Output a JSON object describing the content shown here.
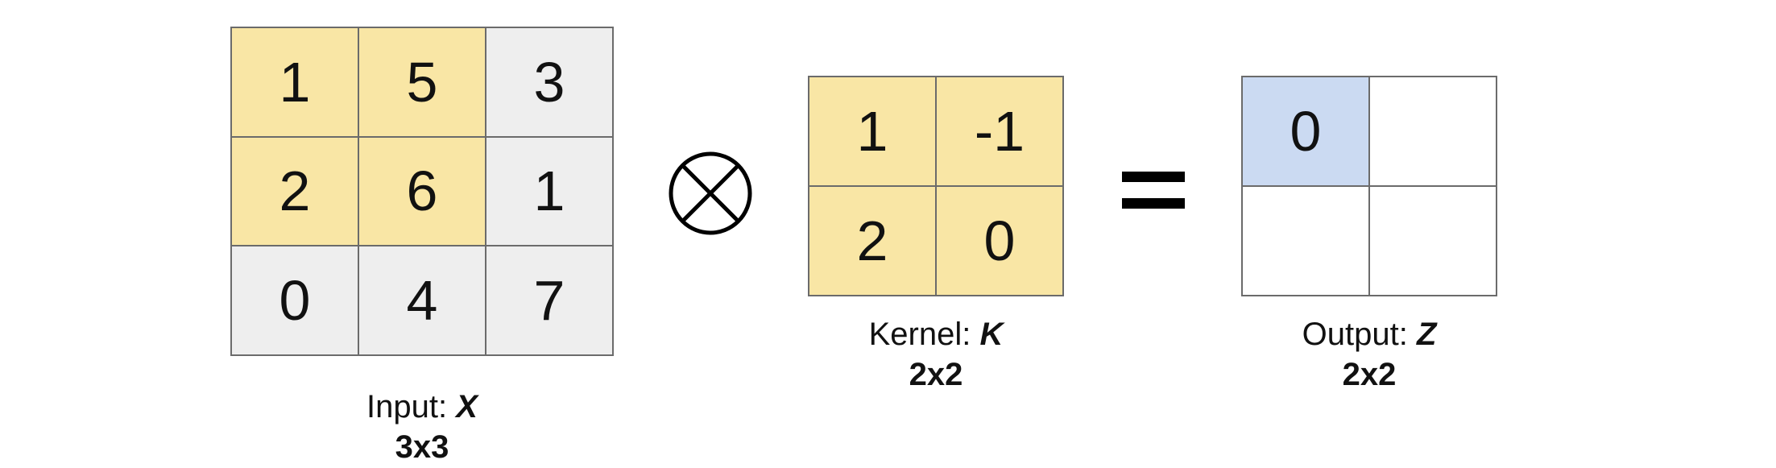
{
  "input": {
    "label": "Input: ",
    "symbol": "X",
    "dims": "3x3",
    "cells": [
      "1",
      "5",
      "3",
      "2",
      "6",
      "1",
      "0",
      "4",
      "7"
    ]
  },
  "kernel": {
    "label": "Kernel: ",
    "symbol": "K",
    "dims": "2x2",
    "cells": [
      "1",
      "-1",
      "2",
      "0"
    ]
  },
  "output": {
    "label": "Output: ",
    "symbol": "Z",
    "dims": "2x2",
    "cells": [
      "0",
      "",
      "",
      ""
    ]
  },
  "colors": {
    "highlight": "#f9e6a5",
    "inactive": "#eeeeee",
    "output_active": "#cbdaf2",
    "border": "#6b6b6b"
  }
}
